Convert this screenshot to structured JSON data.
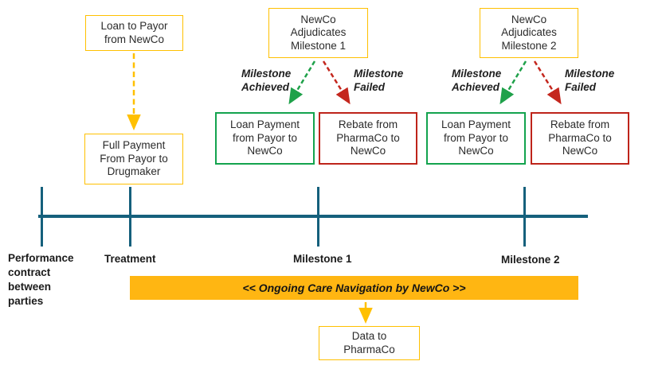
{
  "colors": {
    "gold": "#FFC000",
    "banner_amber": "#FFB612",
    "green": "#13A34E",
    "red": "#BE241A",
    "timeline_teal": "#15607C",
    "text_dark": "#2b2b2b"
  },
  "boxes": {
    "loan_to_payor": "Loan to Payor\nfrom NewCo",
    "adjudicate_m1": "NewCo\nAdjudicates\nMilestone 1",
    "adjudicate_m2": "NewCo\nAdjudicates\nMilestone 2",
    "full_payment": "Full Payment\nFrom Payor to\nDrugmaker",
    "loan_payment_m1": "Loan Payment\nfrom Payor to\nNewCo",
    "rebate_m1": "Rebate from\nPharmaCo to\nNewCo",
    "loan_payment_m2": "Loan Payment\nfrom Payor to\nNewCo",
    "rebate_m2": "Rebate from\nPharmaCo to\nNewCo",
    "data_to_pharmaco": "Data to\nPharmaCo"
  },
  "arrow_labels": {
    "achieved_m1": "Milestone\nAchieved",
    "failed_m1": "Milestone\nFailed",
    "achieved_m2": "Milestone\nAchieved",
    "failed_m2": "Milestone\nFailed"
  },
  "timeline": {
    "events": [
      {
        "label": "Performance\ncontract\nbetween\nparties"
      },
      {
        "label": "Treatment"
      },
      {
        "label": "Milestone 1"
      },
      {
        "label": "Milestone 2"
      }
    ]
  },
  "banner": {
    "text": "<<  Ongoing Care Navigation by NewCo  >>"
  }
}
